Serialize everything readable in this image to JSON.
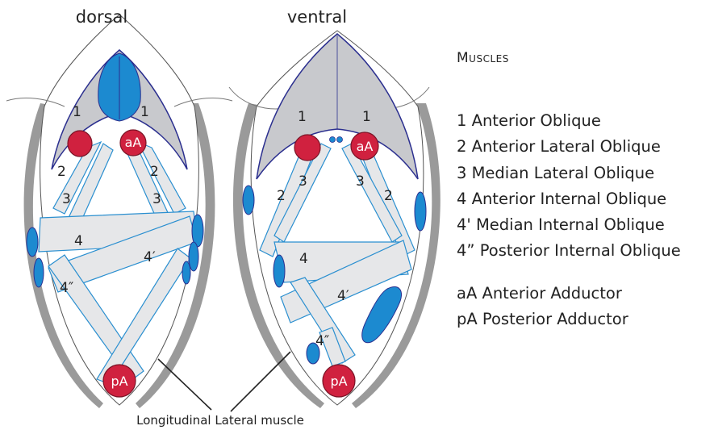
{
  "views": {
    "dorsal": "dorsal",
    "ventral": "ventral"
  },
  "muscle_numbers": {
    "n1": "1",
    "n2": "2",
    "n3": "3",
    "n4": "4",
    "n4p": "4′",
    "n4pp": "4″"
  },
  "adductor_labels": {
    "aA": "aA",
    "pA": "pA"
  },
  "caption": "Longitudinal Lateral muscle",
  "legend": {
    "title": "Muscles",
    "items": [
      "1  Anterior Oblique",
      "2  Anterior Lateral Oblique",
      "3  Median Lateral Oblique",
      "4  Anterior Internal Oblique",
      "4'  Median Internal Oblique",
      "4”  Posterior Internal Oblique"
    ],
    "adductors": [
      "aA Anterior Adductor",
      "pA Posterior Adductor"
    ]
  },
  "colors": {
    "outline": "#2b2f8f",
    "band": "#c8c9cd",
    "gray_shell": "#9a9a9a",
    "muscle_fill": "#e6e7e9",
    "muscle_line": "#2a8fd0",
    "blue_muscle": "#1c8ad0",
    "red_adductor": "#d0213f"
  }
}
